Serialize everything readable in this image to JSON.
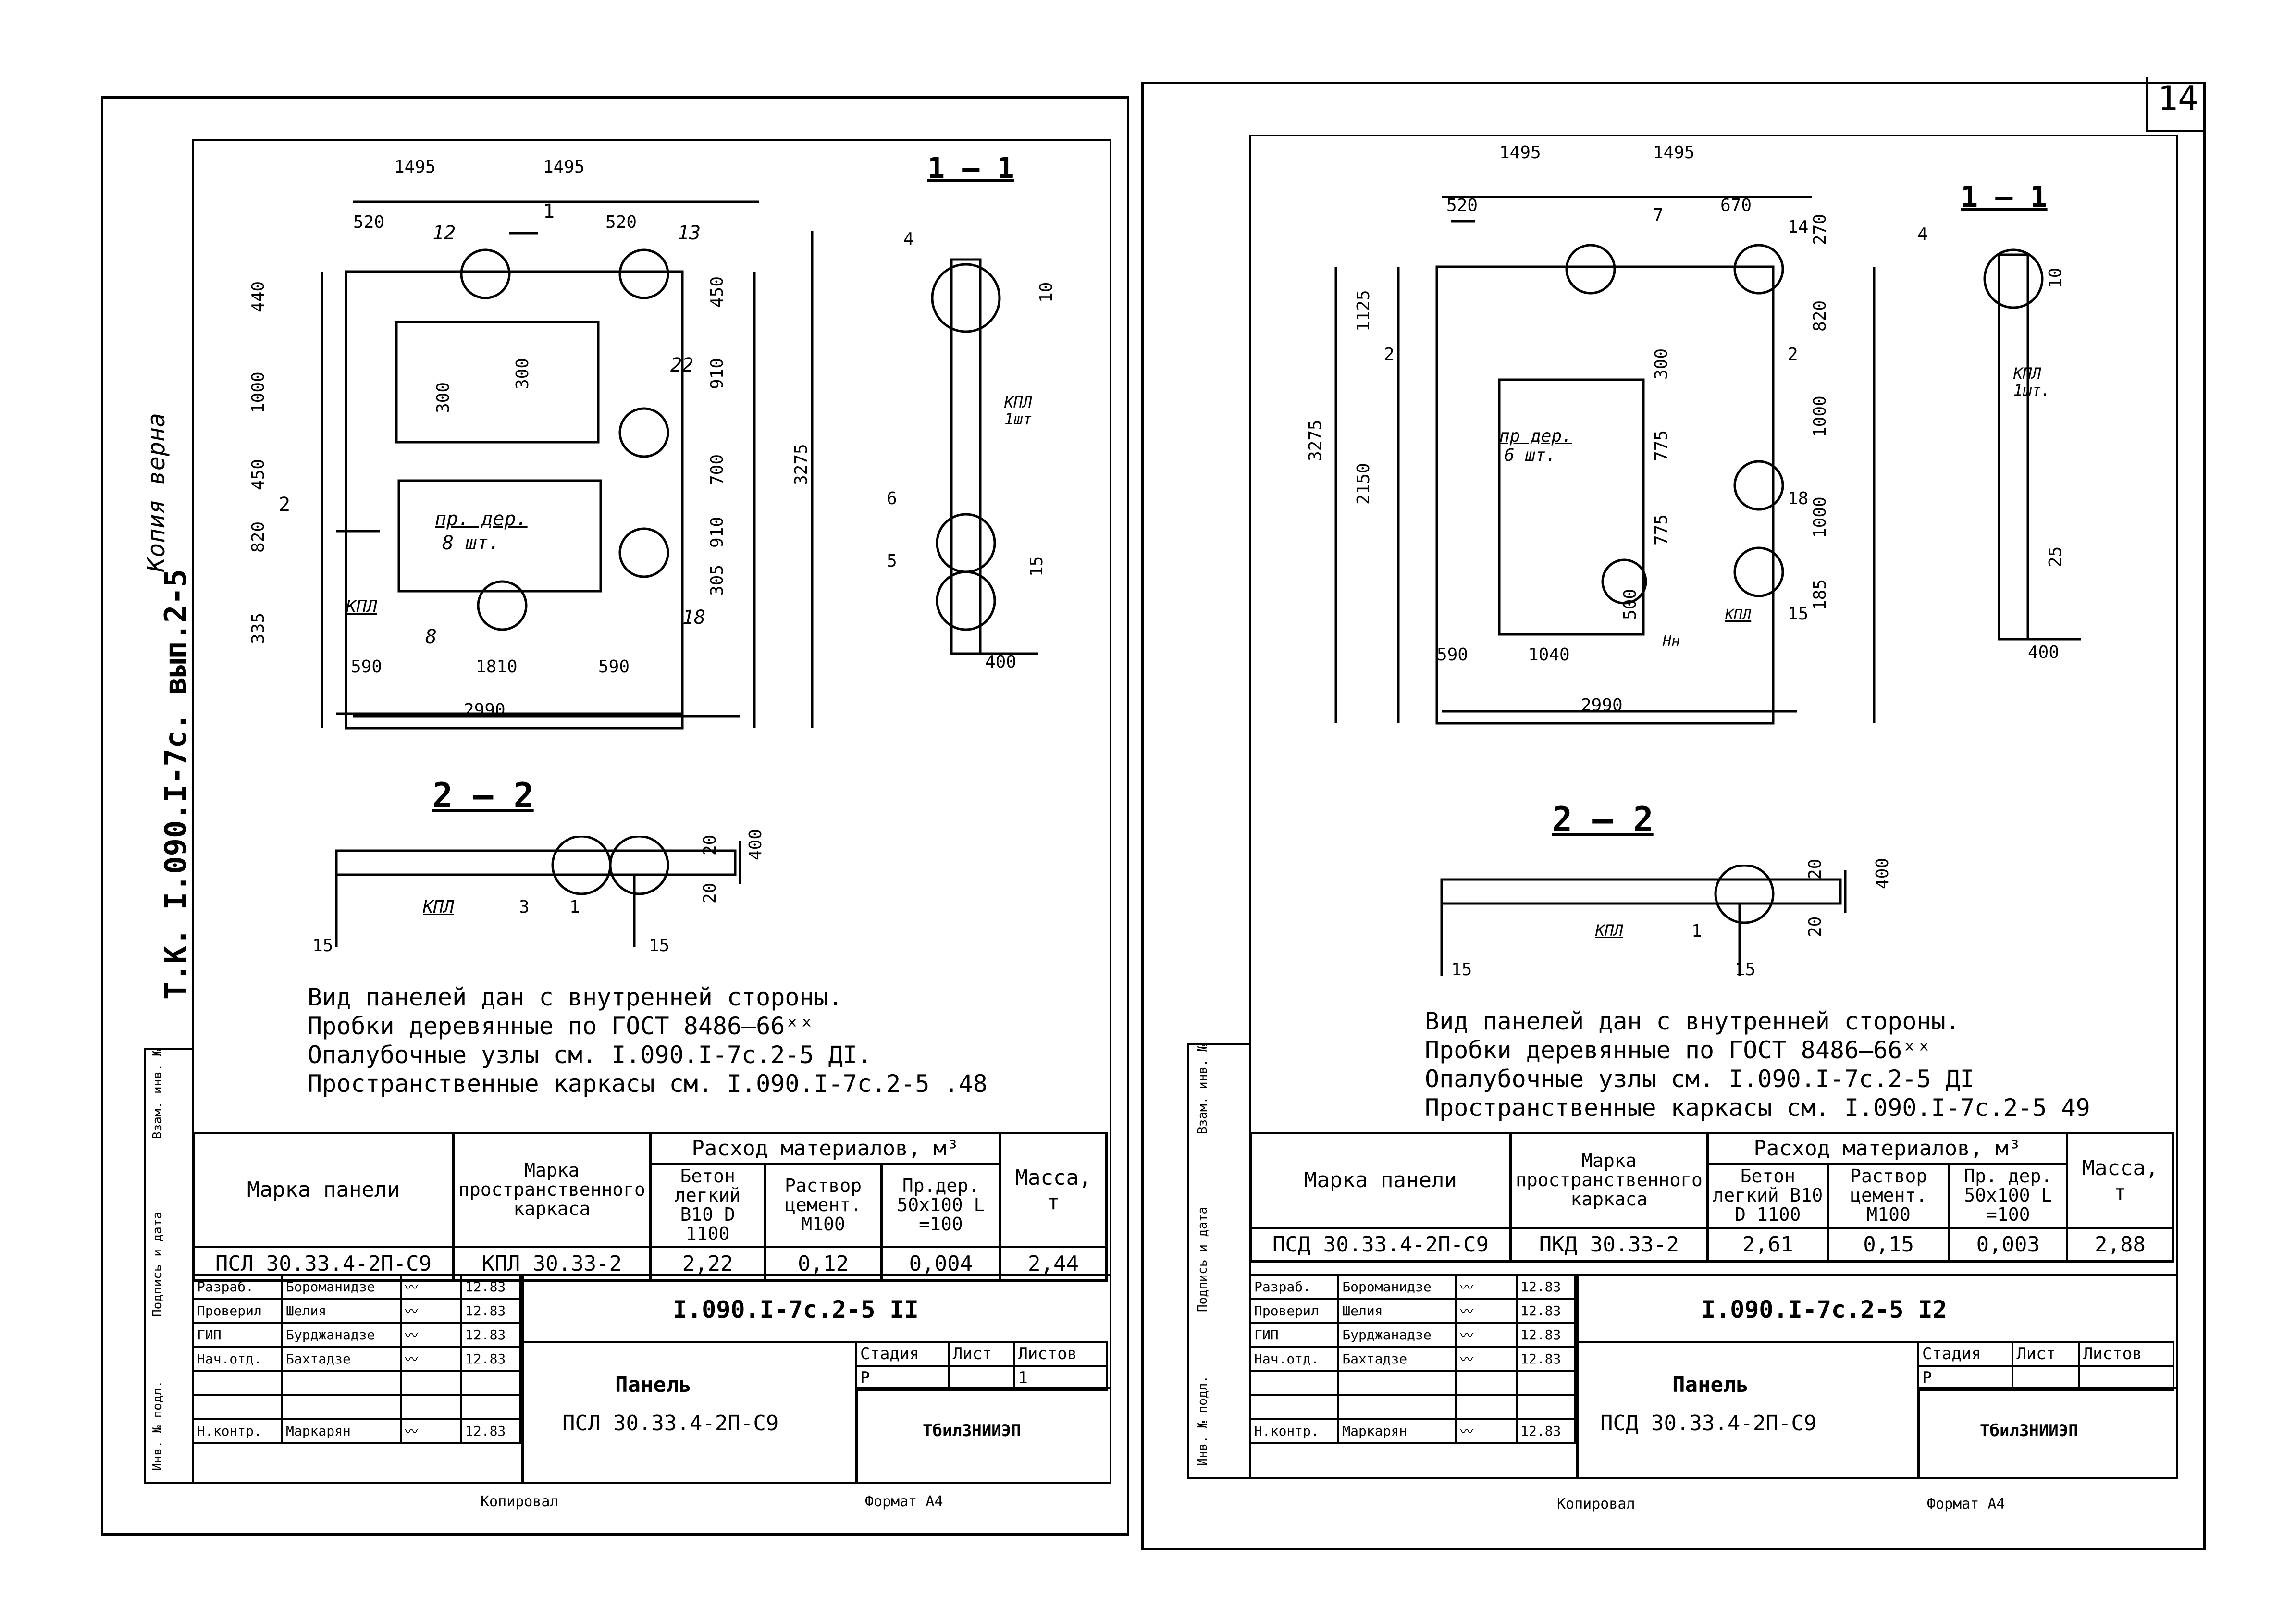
{
  "page_number": "14",
  "left": {
    "vertical_code": "Т.К. I.090.I-7c. вып.2-5",
    "copy_note": "Копия верна",
    "section_1_title": "1 – 1",
    "section_2_title": "2 – 2",
    "notes": [
      "Вид панелей дан с внутренней стороны.",
      "Пробки деревянные по ГОСТ 8486–66ˣˣ",
      "Опалубочные узлы см. I.090.I-7c.2-5 ДI.",
      "Пространственные каркасы см. I.090.I-7c.2-5 .48"
    ],
    "dims": {
      "top1": "1495",
      "top2": "1495",
      "d520a": "520",
      "d520b": "520",
      "bottom_overall": "2990",
      "b590a": "590",
      "b1810": "1810",
      "b590b": "590",
      "h_overall": "3275",
      "h450": "450",
      "h910a": "910",
      "h700": "700",
      "h910b": "910",
      "h305": "305",
      "lh440": "440",
      "lh1000": "1000",
      "lh450": "450",
      "lh820": "820",
      "lh335": "335",
      "w300": "300",
      "h300": "300",
      "s10": "10",
      "s15": "15",
      "s400": "400",
      "r20a": "20",
      "r20b": "20",
      "r400": "400",
      "f15a": "15",
      "f15b": "15"
    },
    "labels": {
      "kpl": "КПЛ",
      "kpl_1sht": "КПЛ\n1шт",
      "pr_der": "пр. дер.",
      "sht8": "8 шт.",
      "n1": "1",
      "n2": "2",
      "n3": "3",
      "n4": "4",
      "n5": "5",
      "n6": "6",
      "n8": "8",
      "n12": "12",
      "n13": "13",
      "n18": "18",
      "n22": "22"
    },
    "table": {
      "h_marka_panel": "Марка панели",
      "h_marka_karkas": "Марка пространственного каркаса",
      "h_rashod": "Расход материалов, м³",
      "h_beton": "Бетон легкий В10 D 1100",
      "h_rastvor": "Раствор цемент. М100",
      "h_prder": "Пр.дер. 50х100 L =100",
      "h_massa": "Масса, т",
      "row": {
        "marka": "ПСЛ 30.33.4-2П-С9",
        "karkas": "КПЛ 30.33-2",
        "beton": "2,22",
        "rastvor": "0,12",
        "prder": "0,004",
        "massa": "2,44"
      }
    },
    "stamp": {
      "doc_code": "I.090.I-7c.2-5 II",
      "title": "Панель",
      "mark": "ПСЛ 30.33.4-2П-С9",
      "stadiya": "Стадия",
      "list": "Лист",
      "listov": "Листов",
      "stadiya_val": "Р",
      "listov_val": "1",
      "org": "ТбилЗНИИЭП",
      "roles": [
        "Разраб.",
        "Проверил",
        "ГИП",
        "Нач.отд.",
        "",
        "",
        "Н.контр."
      ],
      "names": [
        "Бороманидзе",
        "Шелия",
        "Бурджанадзе",
        "Бахтадзе",
        "",
        "",
        "Маркарян"
      ],
      "dates": [
        "12.83",
        "12.83",
        "12.83",
        "12.83",
        "",
        "",
        "12.83"
      ]
    },
    "footer_copy": "Копировал",
    "footer_format": "Формат А4",
    "side_labels": [
      "Инв. № подл.",
      "Подпись и дата",
      "Взам. инв. №"
    ]
  },
  "right": {
    "section_1_title": "1 – 1",
    "section_2_title": "2 – 2",
    "notes": [
      "Вид панелей дан с внутренней стороны.",
      "Пробки деревянные по ГОСТ 8486–66ˣˣ",
      "Опалубочные узлы см. I.090.I-7c.2-5 ДI",
      "Пространственные каркасы см. I.090.I-7c.2-5 49"
    ],
    "dims": {
      "top1": "1495",
      "top2": "1495",
      "d520": "520",
      "d670": "670",
      "bottom_overall": "2990",
      "b590": "590",
      "b1040": "1040",
      "h_overall": "3275",
      "h1125": "1125",
      "h2150": "2150",
      "r270": "270",
      "r820": "820",
      "r1000": "1000",
      "r1000b": "1000",
      "r185": "185",
      "i775a": "775",
      "i775b": "775",
      "i300": "300",
      "i500": "500",
      "s10": "10",
      "s25": "25",
      "s400": "400",
      "r20a": "20",
      "r20b": "20",
      "r400": "400",
      "f15a": "15",
      "f15b": "15"
    },
    "labels": {
      "kpl": "КПЛ",
      "kpl_1sht": "КПЛ\n1шт.",
      "pr_der": "пр дер.",
      "sht6": "6 шт.",
      "nn": "Нн",
      "n1": "1",
      "n2": "2",
      "n4": "4",
      "n7": "7",
      "n14": "14",
      "n15": "15",
      "n18": "18"
    },
    "table": {
      "h_marka_panel": "Марка панели",
      "h_marka_karkas": "Марка пространственного каркаса",
      "h_rashod": "Расход материалов, м³",
      "h_beton": "Бетон легкий В10 D 1100",
      "h_rastvor": "Раствор цемент. М100",
      "h_prder": "Пр. дер. 50х100 L =100",
      "h_massa": "Масса, т",
      "row": {
        "marka": "ПСД 30.33.4-2П-С9",
        "karkas": "ПКД 30.33-2",
        "beton": "2,61",
        "rastvor": "0,15",
        "prder": "0,003",
        "massa": "2,88"
      }
    },
    "stamp": {
      "doc_code": "I.090.I-7c.2-5 I2",
      "title": "Панель",
      "mark": "ПСД 30.33.4-2П-С9",
      "stadiya": "Стадия",
      "list": "Лист",
      "listov": "Листов",
      "stadiya_val": "Р",
      "org": "ТбилЗНИИЭП",
      "roles": [
        "Разраб.",
        "Проверил",
        "ГИП",
        "Нач.отд.",
        "",
        "",
        "Н.контр."
      ],
      "names": [
        "Бороманидзе",
        "Шелия",
        "Бурджанадзе",
        "Бахтадзе",
        "",
        "",
        "Маркарян"
      ],
      "dates": [
        "12.83",
        "12.83",
        "12.83",
        "12.83",
        "",
        "",
        "12.83"
      ]
    },
    "footer_copy": "Копировал",
    "footer_format": "Формат А4",
    "side_labels": [
      "Инв. № подл.",
      "Подпись и дата",
      "Взам. инв. №"
    ]
  }
}
